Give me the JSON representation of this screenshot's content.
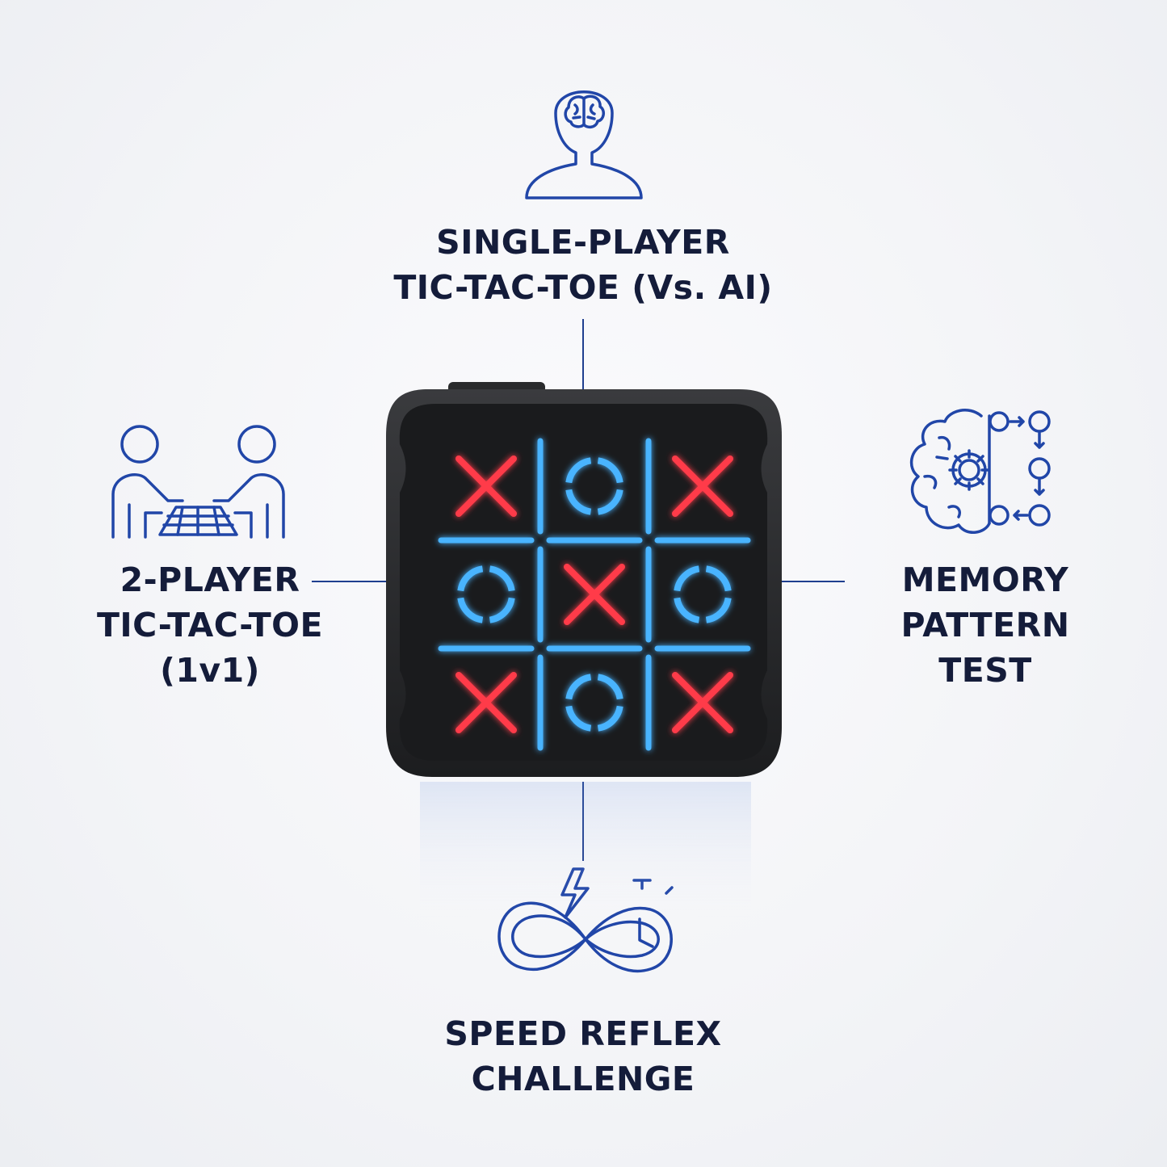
{
  "features": {
    "top": {
      "line1": "SINGLE-PLAYER",
      "line2": "TIC-TAC-TOE (Vs. AI)",
      "icon": "person-brain-icon"
    },
    "left": {
      "line1": "2-PLAYER",
      "line2": "TIC-TAC-TOE",
      "line3": "(1v1)",
      "icon": "two-players-board-icon"
    },
    "right": {
      "line1": "MEMORY",
      "line2": "PATTERN",
      "line3": "TEST",
      "icon": "brain-gear-pattern-icon"
    },
    "bottom": {
      "line1": "SPEED REFLEX",
      "line2": "CHALLENGE",
      "icon": "infinity-lightning-stopwatch-icon"
    }
  },
  "board": {
    "cells": [
      "X",
      "O",
      "X",
      "O",
      "X",
      "O",
      "X",
      "O",
      "X"
    ],
    "x_color": "#ff3b4a",
    "o_color": "#4ab4ff"
  },
  "colors": {
    "text": "#141c3a",
    "icon_stroke": "#2146a8",
    "connector": "#1f3f8f",
    "device_body": "#232426"
  }
}
